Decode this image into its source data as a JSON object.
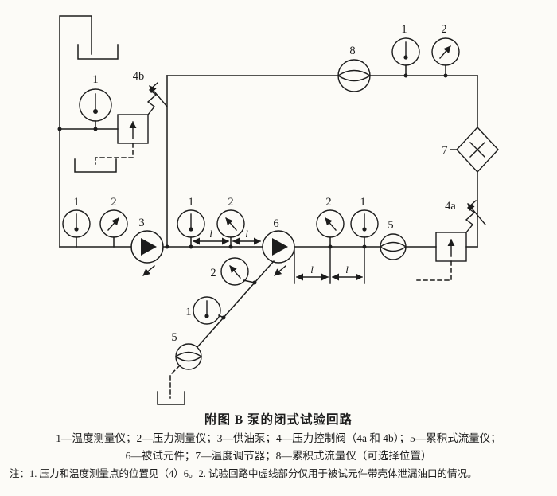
{
  "figure": {
    "title": "附图 B 泵的闭式试验回路",
    "legend_line1": "1—温度测量仪；2—压力测量仪；3—供油泵；4—压力控制阀（4a 和 4b）；5—累积式流量仪；",
    "legend_line2": "6—被试元件；7—温度调节器；8—累积式流量仪（可选择位置）",
    "note": "注：1. 压力和温度测量点的位置见（4）6。2. 试验回路中虚线部分仅用于被试元件带壳体泄漏油口的情况。"
  },
  "callouts": {
    "temperature_gauge": "1",
    "pressure_gauge": "2",
    "supply_pump": "3",
    "pressure_valve_a": "4a",
    "pressure_valve_b": "4b",
    "flow_meter": "5",
    "test_unit": "6",
    "temperature_regulator": "7",
    "flow_meter_optional": "8",
    "dimension_l": "l"
  },
  "style": {
    "line_color": "#1c1c1c",
    "background": "#fcfbf7"
  }
}
